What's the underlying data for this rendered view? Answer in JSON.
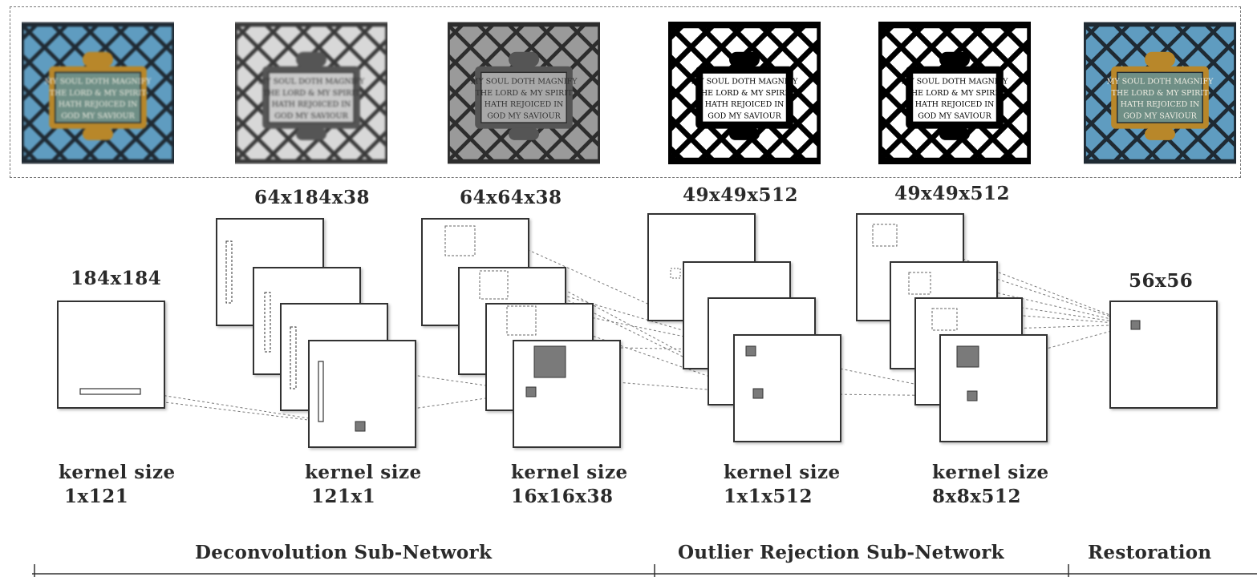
{
  "images": [
    {
      "name": "blurred-input-image",
      "tone": "color"
    },
    {
      "name": "deconvolution-feature-map-1",
      "tone": "gray-blur"
    },
    {
      "name": "deconvolution-feature-map-2",
      "tone": "gray"
    },
    {
      "name": "outlier-rejection-feature-map-1",
      "tone": "binary"
    },
    {
      "name": "outlier-rejection-feature-map-2",
      "tone": "binary"
    },
    {
      "name": "restored-output-image",
      "tone": "color-sharp"
    }
  ],
  "window_text": {
    "line1": "MY SOUL DOTH MAGNIFY",
    "line2": "THE LORD & MY SPIRIT",
    "line3": "HATH REJOICED IN",
    "line4": "GOD MY SAVIOUR"
  },
  "layers": {
    "input_size": "184x184",
    "deconv1_size": "64x184x38",
    "deconv2_size": "64x64x38",
    "outlier1_size": "49x49x512",
    "outlier2_size": "49x49x512",
    "output_size": "56x56"
  },
  "kernels": {
    "k1_label": "kernel size",
    "k1_size": "1x121",
    "k2_label": "kernel size",
    "k2_size": "121x1",
    "k3_label": "kernel size",
    "k3_size": "16x16x38",
    "k4_label": "kernel size",
    "k4_size": "1x1x512",
    "k5_label": "kernel size",
    "k5_size": "8x8x512"
  },
  "sections": {
    "deconvolution": "Deconvolution Sub-Network",
    "outlier": "Outlier Rejection  Sub-Network",
    "restoration": "Restoration"
  },
  "colors": {
    "glass_blue": "#5f9cc0",
    "gold_frame": "#b8872a",
    "text_panel": "#6f8f86",
    "kernel_fill": "#7a7a7a"
  }
}
